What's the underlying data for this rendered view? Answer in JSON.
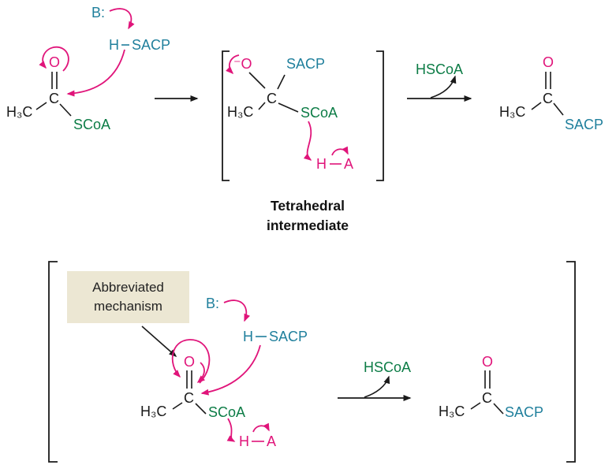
{
  "colors": {
    "magenta": "#e0147a",
    "teal": "#1f7f9c",
    "green": "#0c7c46",
    "ink": "#1a1a1a",
    "note_bg": "#ece7d3"
  },
  "top": {
    "base": "B:",
    "h": "H",
    "sacp": "SACP",
    "carbonyl_o": "O",
    "c": "C",
    "methyl": "H₃C",
    "scoa": "SCoA",
    "intermediate": {
      "o_minus": "⁻O",
      "sacp": "SACP",
      "c": "C",
      "methyl": "H₃C",
      "scoa": "SCoA",
      "h": "H",
      "a": "A",
      "caption_line1": "Tetrahedral",
      "caption_line2": "intermediate"
    },
    "byproduct": "HSCoA",
    "product": {
      "o": "O",
      "c": "C",
      "methyl": "H₃C",
      "sacp": "SACP"
    }
  },
  "bottom": {
    "note_line1": "Abbreviated",
    "note_line2": "mechanism",
    "base": "B:",
    "h": "H",
    "sacp": "SACP",
    "carbonyl_o": "O",
    "c": "C",
    "methyl": "H₃C",
    "scoa": "SCoA",
    "ha_h": "H",
    "ha_a": "A",
    "byproduct": "HSCoA",
    "product": {
      "o": "O",
      "c": "C",
      "methyl": "H₃C",
      "sacp": "SACP"
    }
  }
}
